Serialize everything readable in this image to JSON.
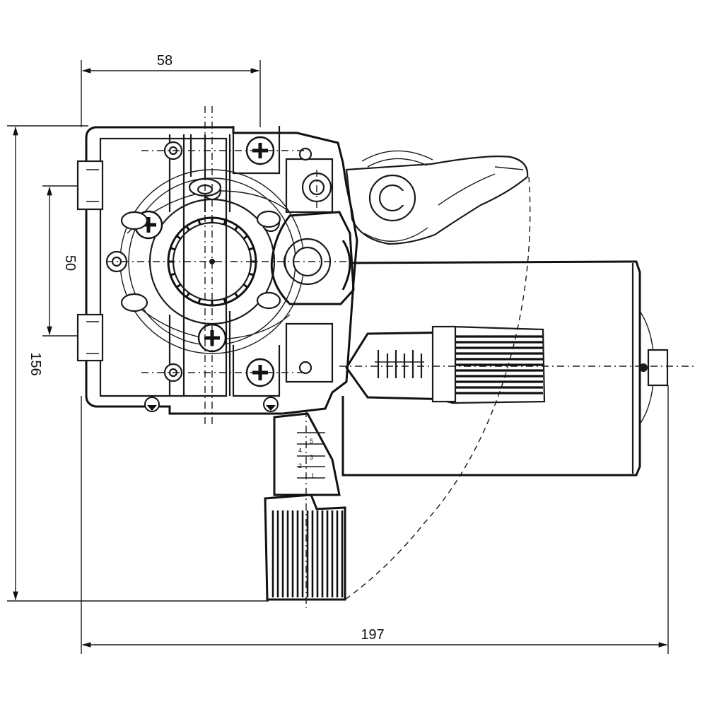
{
  "dimensions": {
    "top_width": "58",
    "inner_height": "50",
    "overall_height": "156",
    "overall_length": "197"
  },
  "connector_pins": [
    "5",
    "4",
    "3",
    "2",
    "1"
  ]
}
